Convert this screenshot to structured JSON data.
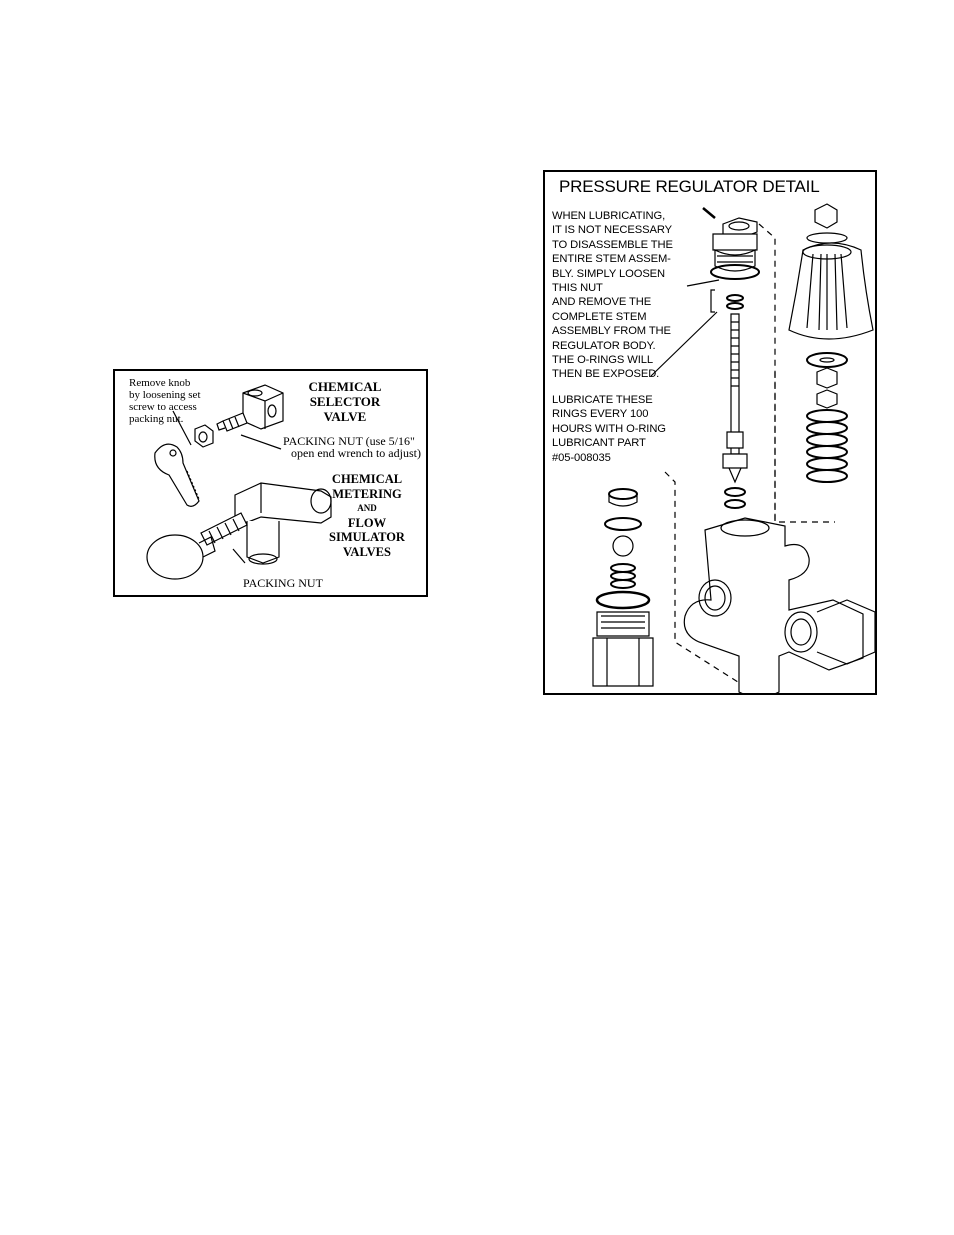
{
  "chemical_figure": {
    "knob_note": [
      "Remove knob",
      "by loosening set",
      "screw to access",
      "packing nut."
    ],
    "selector_title": [
      "CHEMICAL",
      "SELECTOR",
      "VALVE"
    ],
    "packing_nut_upper": [
      "PACKING NUT (use 5/16\"",
      "open end wrench to adjust)"
    ],
    "metering_title": [
      "CHEMICAL",
      "METERING",
      "AND",
      "FLOW",
      "SIMULATOR",
      "VALVES"
    ],
    "packing_nut_lower": "PACKING NUT"
  },
  "regulator_figure": {
    "title": "PRESSURE REGULATOR DETAIL",
    "lubricating_note": [
      "WHEN LUBRICATING,",
      "IT IS NOT NECESSARY",
      "TO DISASSEMBLE THE",
      "ENTIRE STEM   ASSEM-",
      "BLY.  SIMPLY LOOSEN",
      "THIS NUT",
      "AND REMOVE THE",
      "COMPLETE STEM",
      "ASSEMBLY FROM THE",
      "REGULATOR BODY.",
      "THE O-RINGS WILL",
      "THEN BE EXPOSED."
    ],
    "lubricate_rings_note": [
      "LUBRICATE THESE",
      "RINGS EVERY 100",
      "HOURS WITH O-RING",
      "LUBRICANT PART",
      "#05-008035"
    ]
  }
}
